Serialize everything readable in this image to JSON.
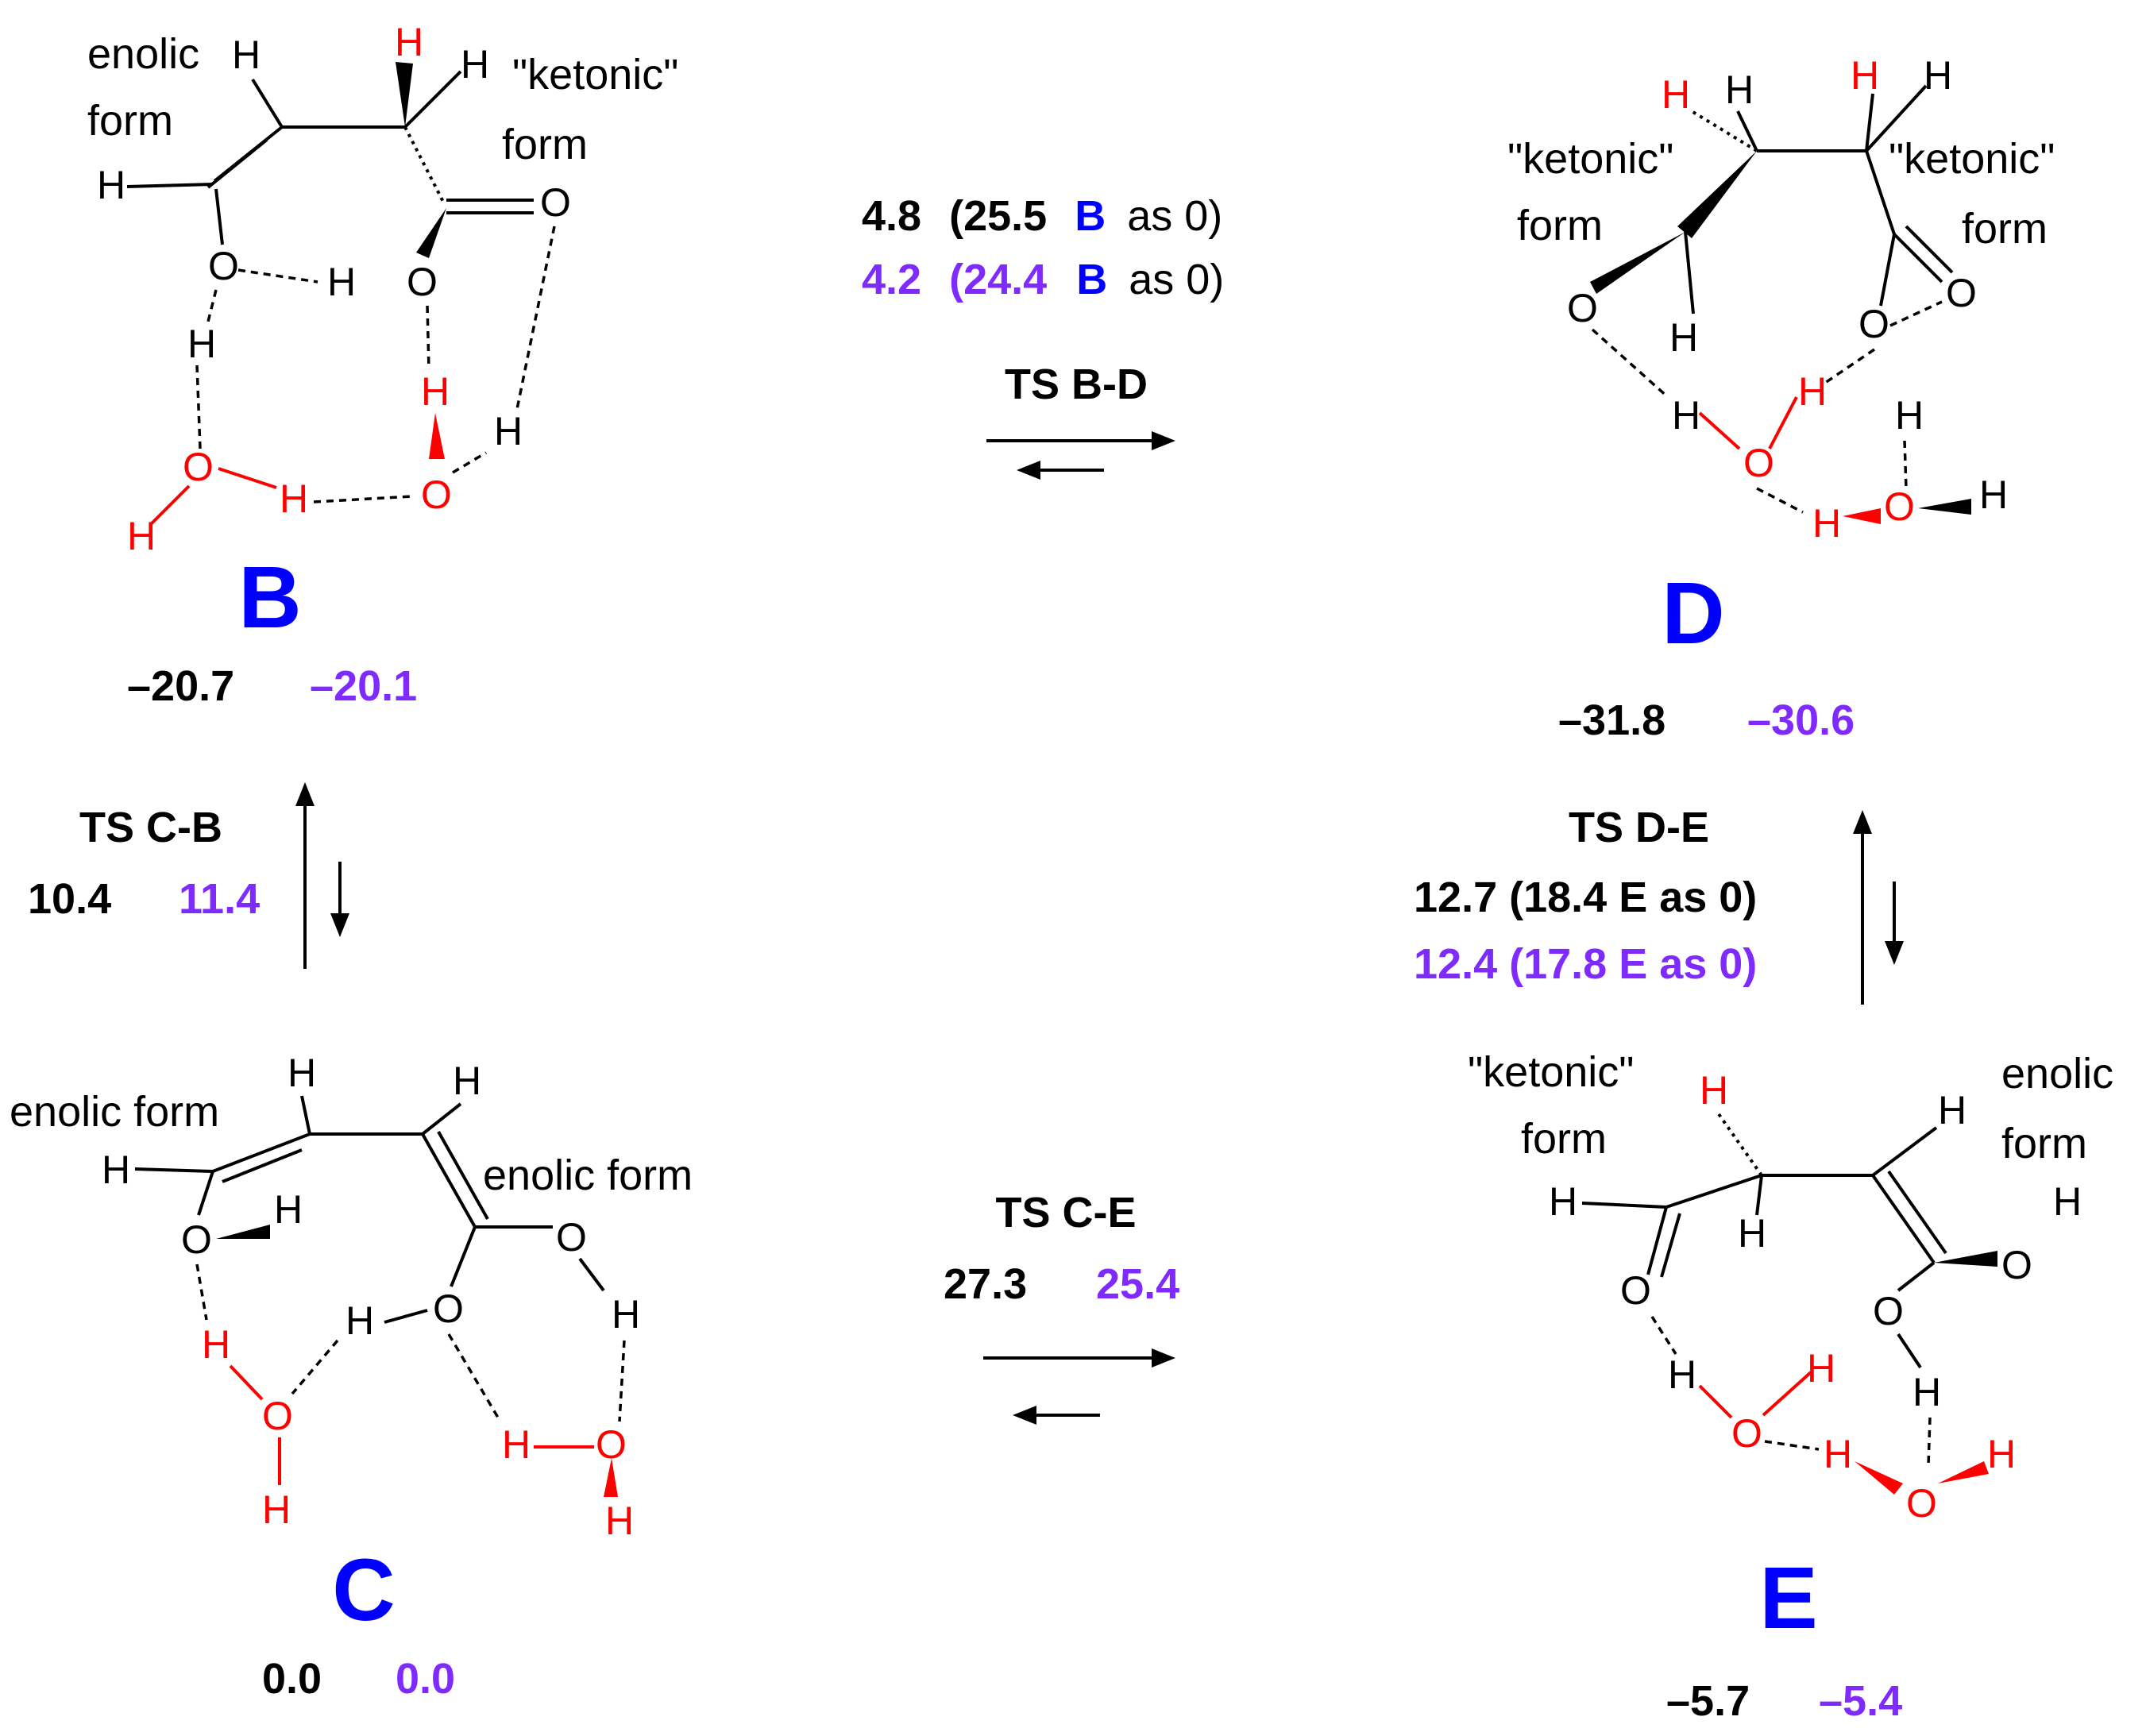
{
  "colors": {
    "compound_label": "#0000ff",
    "method1": "#000000",
    "method2": "#7f2aff",
    "water": "#ff0000"
  },
  "form_labels": {
    "enolic_form": "enolic form",
    "enolic": "enolic",
    "form": "form",
    "ketonic": "\"ketonic\""
  },
  "compounds": {
    "B": {
      "label": "B",
      "e1": "–20.7",
      "e2": "–20.1"
    },
    "C": {
      "label": "C",
      "e1": "0.0",
      "e2": "0.0"
    },
    "D": {
      "label": "D",
      "e1": "–31.8",
      "e2": "–30.6"
    },
    "E": {
      "label": "E",
      "e1": "–5.7",
      "e2": "–5.4"
    }
  },
  "transitions": {
    "BD": {
      "name": "TS B-D",
      "v1": "4.8",
      "p1": "(25.5",
      "v2": "4.2",
      "p2": "(24.4",
      "ref": "B",
      "as0": "as 0)"
    },
    "CB": {
      "name": "TS C-B",
      "v1": "10.4",
      "v2": "11.4"
    },
    "DE": {
      "name": "TS D-E",
      "l1": "12.7  (18.4  E as 0)",
      "l2": "12.4  (17.8  E as 0)"
    },
    "CE": {
      "name": "TS C-E",
      "v1": "27.3",
      "v2": "25.4"
    }
  },
  "atoms": {
    "H": "H",
    "O": "O"
  }
}
